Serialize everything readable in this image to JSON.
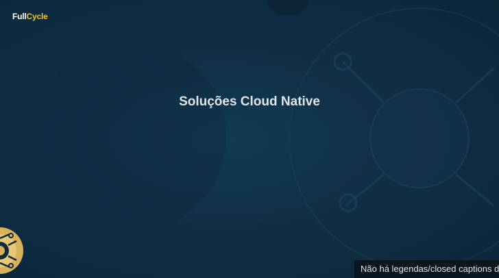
{
  "brand": {
    "logo_part1": "Full",
    "logo_part2": "Cycle",
    "accent_color": "#f2c230"
  },
  "slide": {
    "title": "Soluções Cloud Native"
  },
  "captions": {
    "text": "Não há legendas/closed captions d"
  },
  "decoration": {
    "emblem_icon": "puzzle-wheel-icon",
    "background_icon": "circuit-circle-icon"
  }
}
